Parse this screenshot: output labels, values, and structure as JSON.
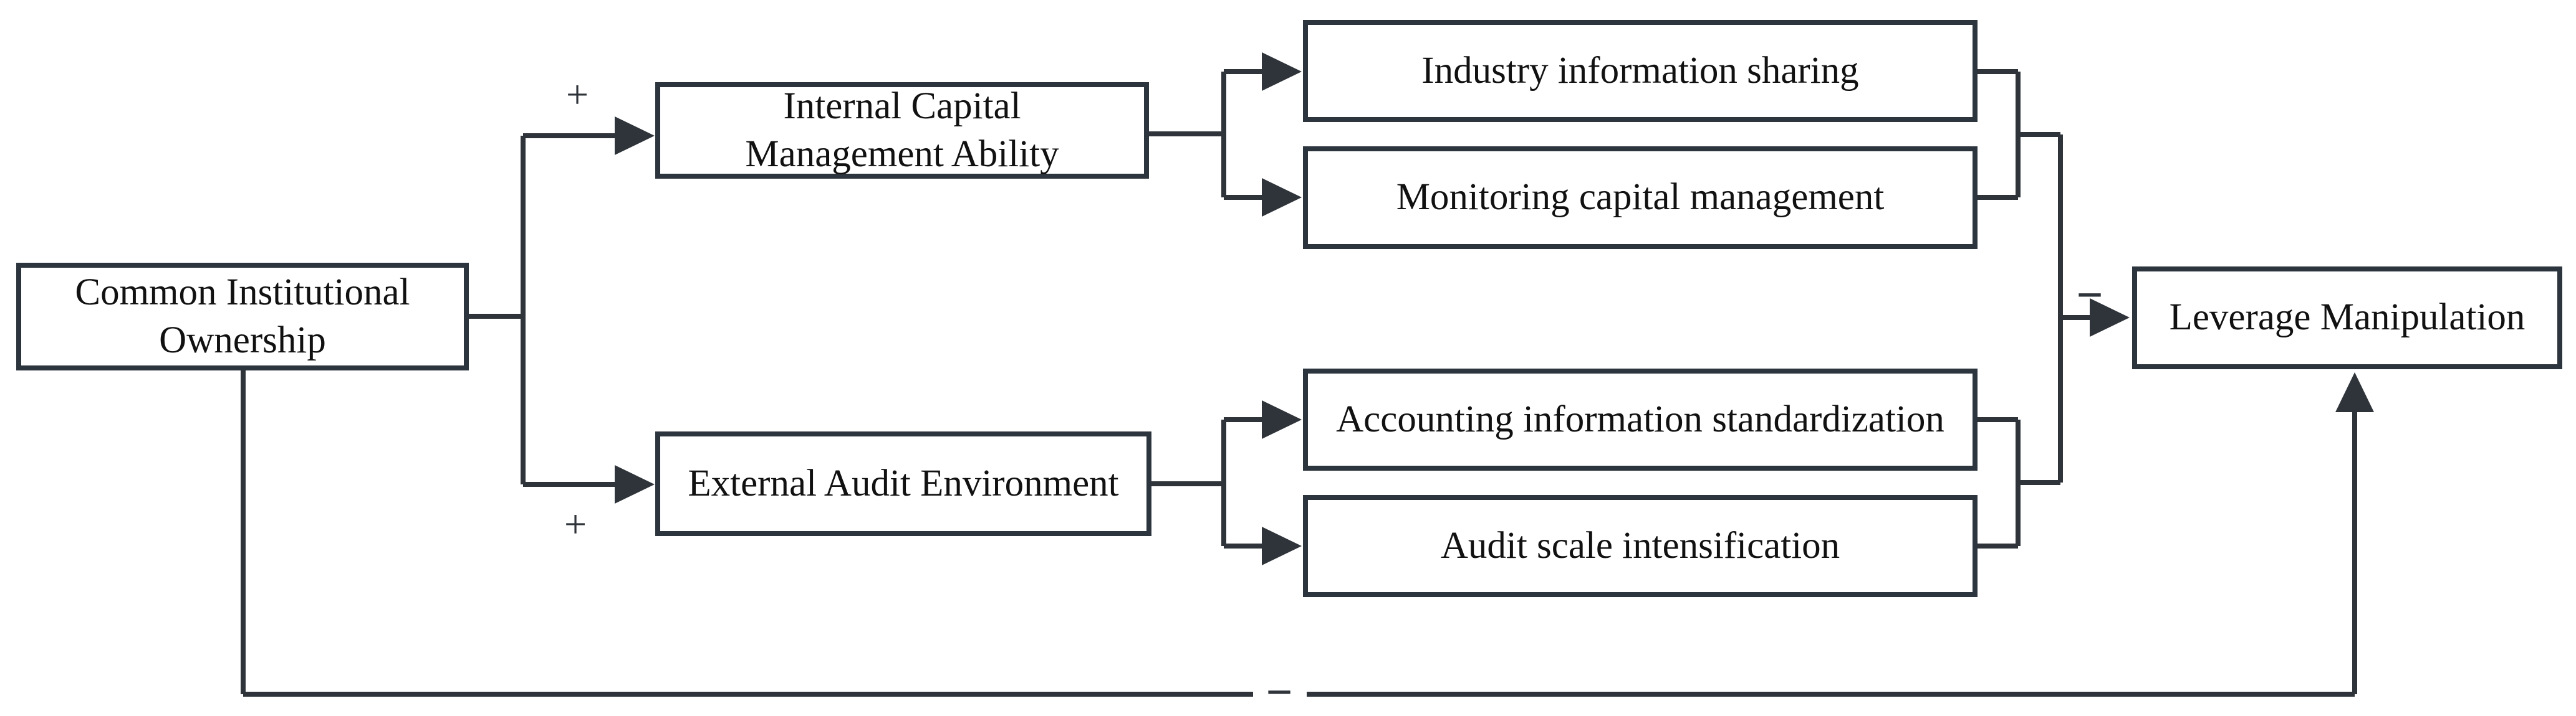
{
  "figure": {
    "background": "#ffffff",
    "colors": {
      "ink": "#2f343a",
      "box_border": "#2c343d",
      "text": "#111111"
    },
    "nodes": {
      "common": {
        "label": "Common Institutional Ownership"
      },
      "internal": {
        "label": "Internal Capital Management Ability"
      },
      "external": {
        "label": "External Audit Environment"
      },
      "industry": {
        "label": "Industry information sharing"
      },
      "monitoring": {
        "label": "Monitoring capital management"
      },
      "accounting": {
        "label": "Accounting information standardization"
      },
      "audit": {
        "label": "Audit scale intensification"
      },
      "leverage": {
        "label": "Leverage Manipulation"
      }
    },
    "edge_labels": {
      "common_to_internal": "+",
      "common_to_external": "+",
      "mediation_to_leverage": "−",
      "common_to_leverage": "−"
    }
  }
}
